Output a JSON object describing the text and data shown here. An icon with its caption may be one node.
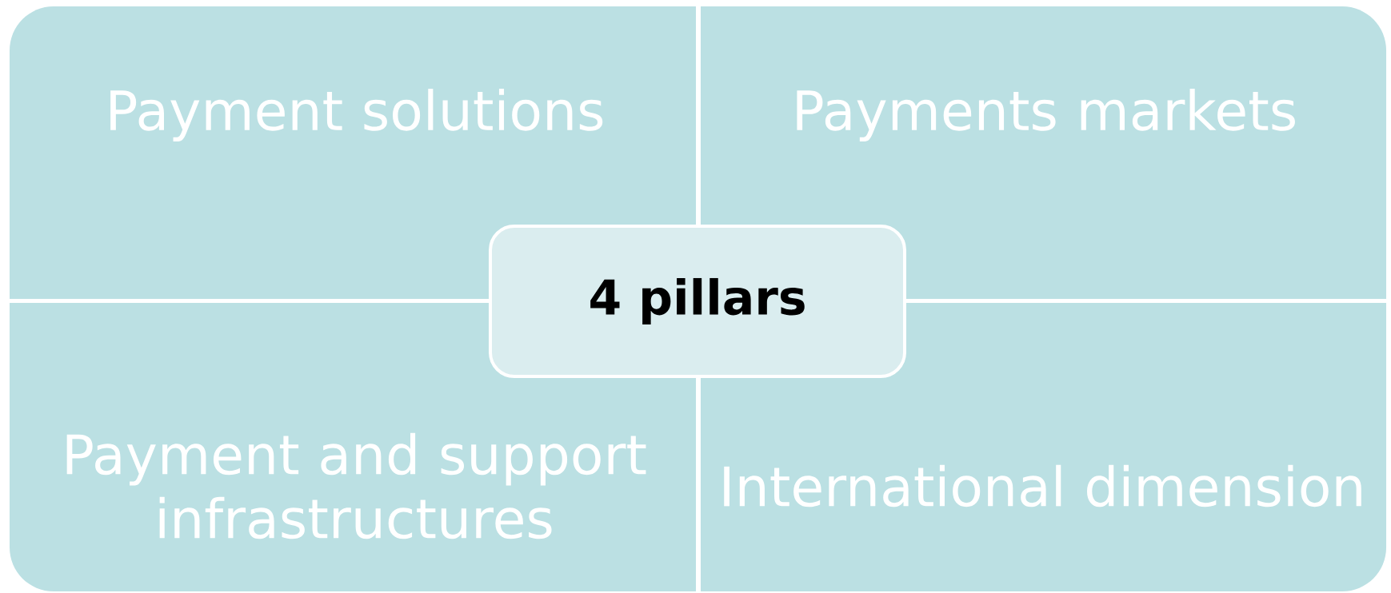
{
  "diagram": {
    "nodes": [
      {
        "text": [
          "Payment solutions"
        ]
      },
      {
        "text": [
          "Payments markets"
        ]
      },
      {
        "text": [
          "4 pillars"
        ]
      },
      {
        "text": [
          "Payment and support infrastructures"
        ]
      },
      {
        "text": [
          "International dimension"
        ]
      }
    ]
  }
}
